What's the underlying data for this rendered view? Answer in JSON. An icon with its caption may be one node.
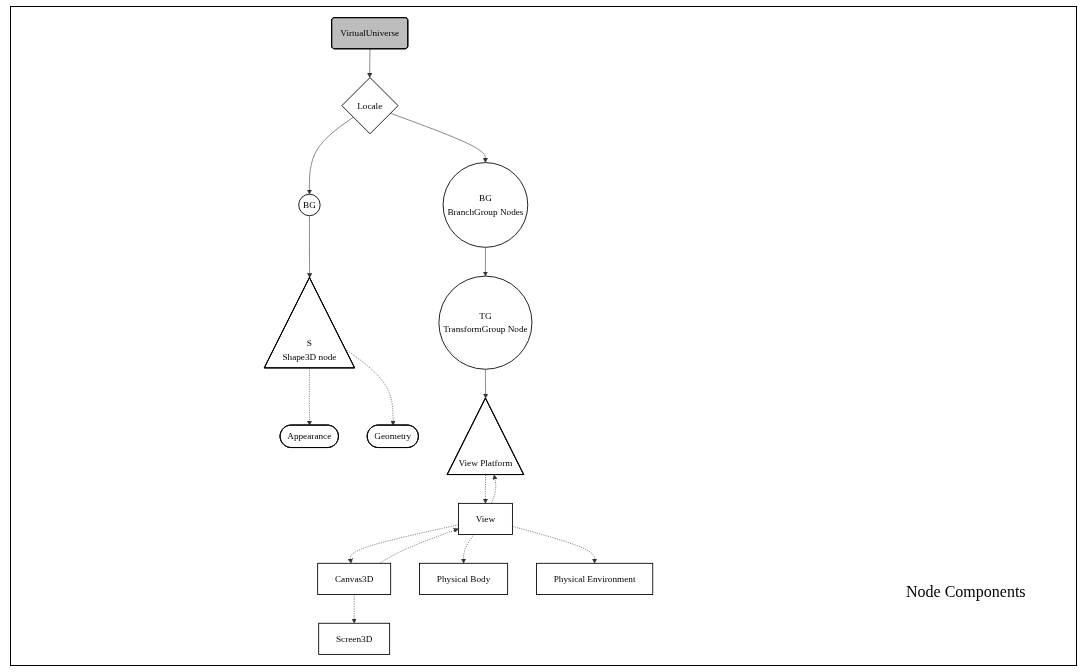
{
  "diagram": {
    "nodes": [
      {
        "text": [
          "VirtualUniverse"
        ]
      },
      {
        "text": [
          "Locale"
        ]
      },
      {
        "text": [
          "BG"
        ]
      },
      {
        "text": [
          "BG",
          "BranchGroup Nodes"
        ]
      },
      {
        "text": [
          "TG",
          "TransformGroup Node"
        ]
      },
      {
        "text": [
          "S",
          "Shape3D node"
        ]
      },
      {
        "text": [
          "Appearance"
        ]
      },
      {
        "text": [
          "Geometry"
        ]
      },
      {
        "text": [
          "View Platform"
        ]
      },
      {
        "text": [
          "View"
        ]
      },
      {
        "text": [
          "Canvas3D"
        ]
      },
      {
        "text": [
          "Screen3D"
        ]
      },
      {
        "text": [
          "Physical Body"
        ]
      },
      {
        "text": [
          "Physical Environment"
        ]
      }
    ],
    "edges": [
      {
        "from": 0,
        "to": 1,
        "arrow": "to"
      },
      {
        "from": 1,
        "to": 2,
        "arrow": "to"
      },
      {
        "from": 1,
        "to": 3,
        "arrow": "to"
      },
      {
        "from": 2,
        "to": 5,
        "arrow": "to"
      },
      {
        "from": 3,
        "to": 4,
        "arrow": "to"
      },
      {
        "from": 4,
        "to": 8,
        "arrow": "to"
      },
      {
        "from": 5,
        "to": 6,
        "arrow": "to",
        "style": "dashed"
      },
      {
        "from": 5,
        "to": 7,
        "arrow": "to",
        "style": "dashed"
      },
      {
        "from": 9,
        "to": 8,
        "arrow": "to",
        "style": "dashed"
      },
      {
        "from": 8,
        "to": 9,
        "arrow": "to",
        "style": "dashed"
      },
      {
        "from": 9,
        "to": 10,
        "arrow": "to",
        "style": "dashed"
      },
      {
        "from": 10,
        "to": 9,
        "arrow": "to",
        "style": "dashed"
      },
      {
        "from": 10,
        "to": 11,
        "arrow": "to",
        "style": "dashed"
      },
      {
        "from": 9,
        "to": 12,
        "arrow": "to",
        "style": "dashed"
      },
      {
        "from": 9,
        "to": 13,
        "arrow": "to",
        "style": "dashed"
      }
    ],
    "labels": [
      "Node Components"
    ]
  }
}
